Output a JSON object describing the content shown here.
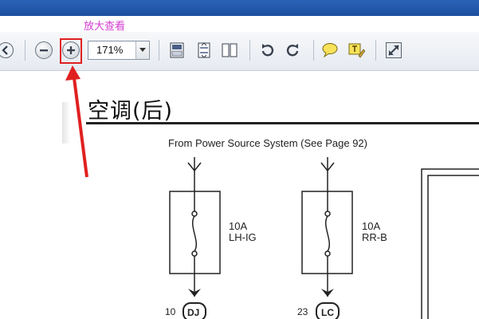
{
  "annotation": {
    "text": "放大查看"
  },
  "toolbar": {
    "zoom_value": "171%"
  },
  "document": {
    "title": "空调(后)",
    "source_text": "From Power Source System (See Page 92)",
    "fuses": [
      {
        "amp": "10A",
        "name": "LH-IG",
        "connector_num": "10",
        "connector_label": "DJ"
      },
      {
        "amp": "10A",
        "name": "RR-B",
        "connector_num": "23",
        "connector_label": "LC"
      }
    ]
  },
  "colors": {
    "annotation": "#d23cd0",
    "highlight": "#e02020",
    "titlebar": "#1d4f9e"
  }
}
